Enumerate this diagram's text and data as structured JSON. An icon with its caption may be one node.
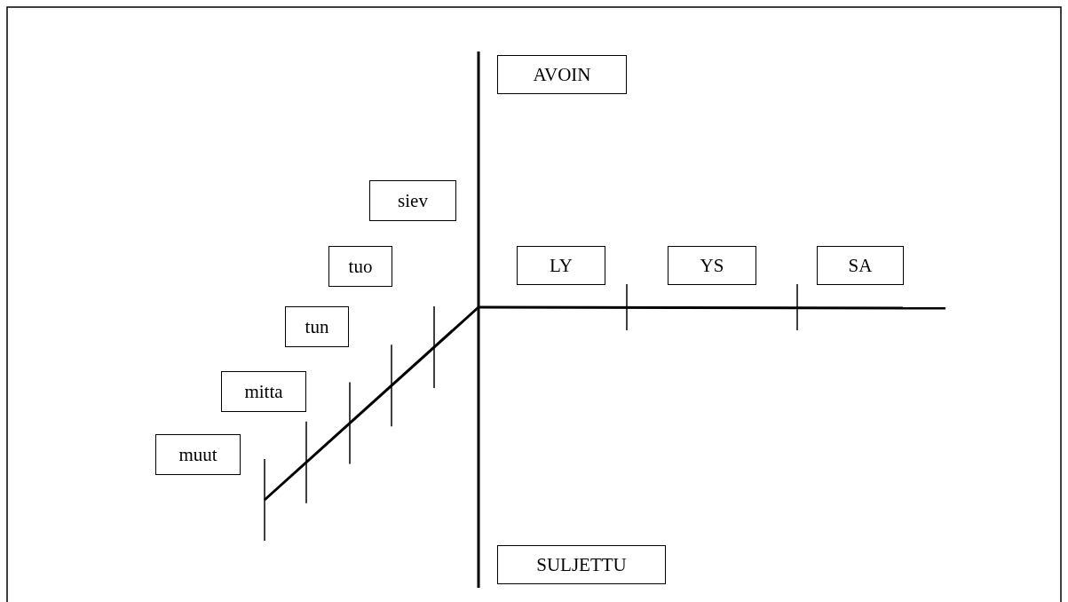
{
  "diagram": {
    "nodes": [
      {
        "text": [
          "AVOIN"
        ]
      },
      {
        "text": [
          "siev"
        ]
      },
      {
        "text": [
          "tuo"
        ]
      },
      {
        "text": [
          "LY"
        ]
      },
      {
        "text": [
          "YS"
        ]
      },
      {
        "text": [
          "SA"
        ]
      },
      {
        "text": [
          "tun"
        ]
      },
      {
        "text": [
          "mitta"
        ]
      },
      {
        "text": [
          "muut"
        ]
      },
      {
        "text": [
          "SULJETTU"
        ]
      }
    ]
  }
}
